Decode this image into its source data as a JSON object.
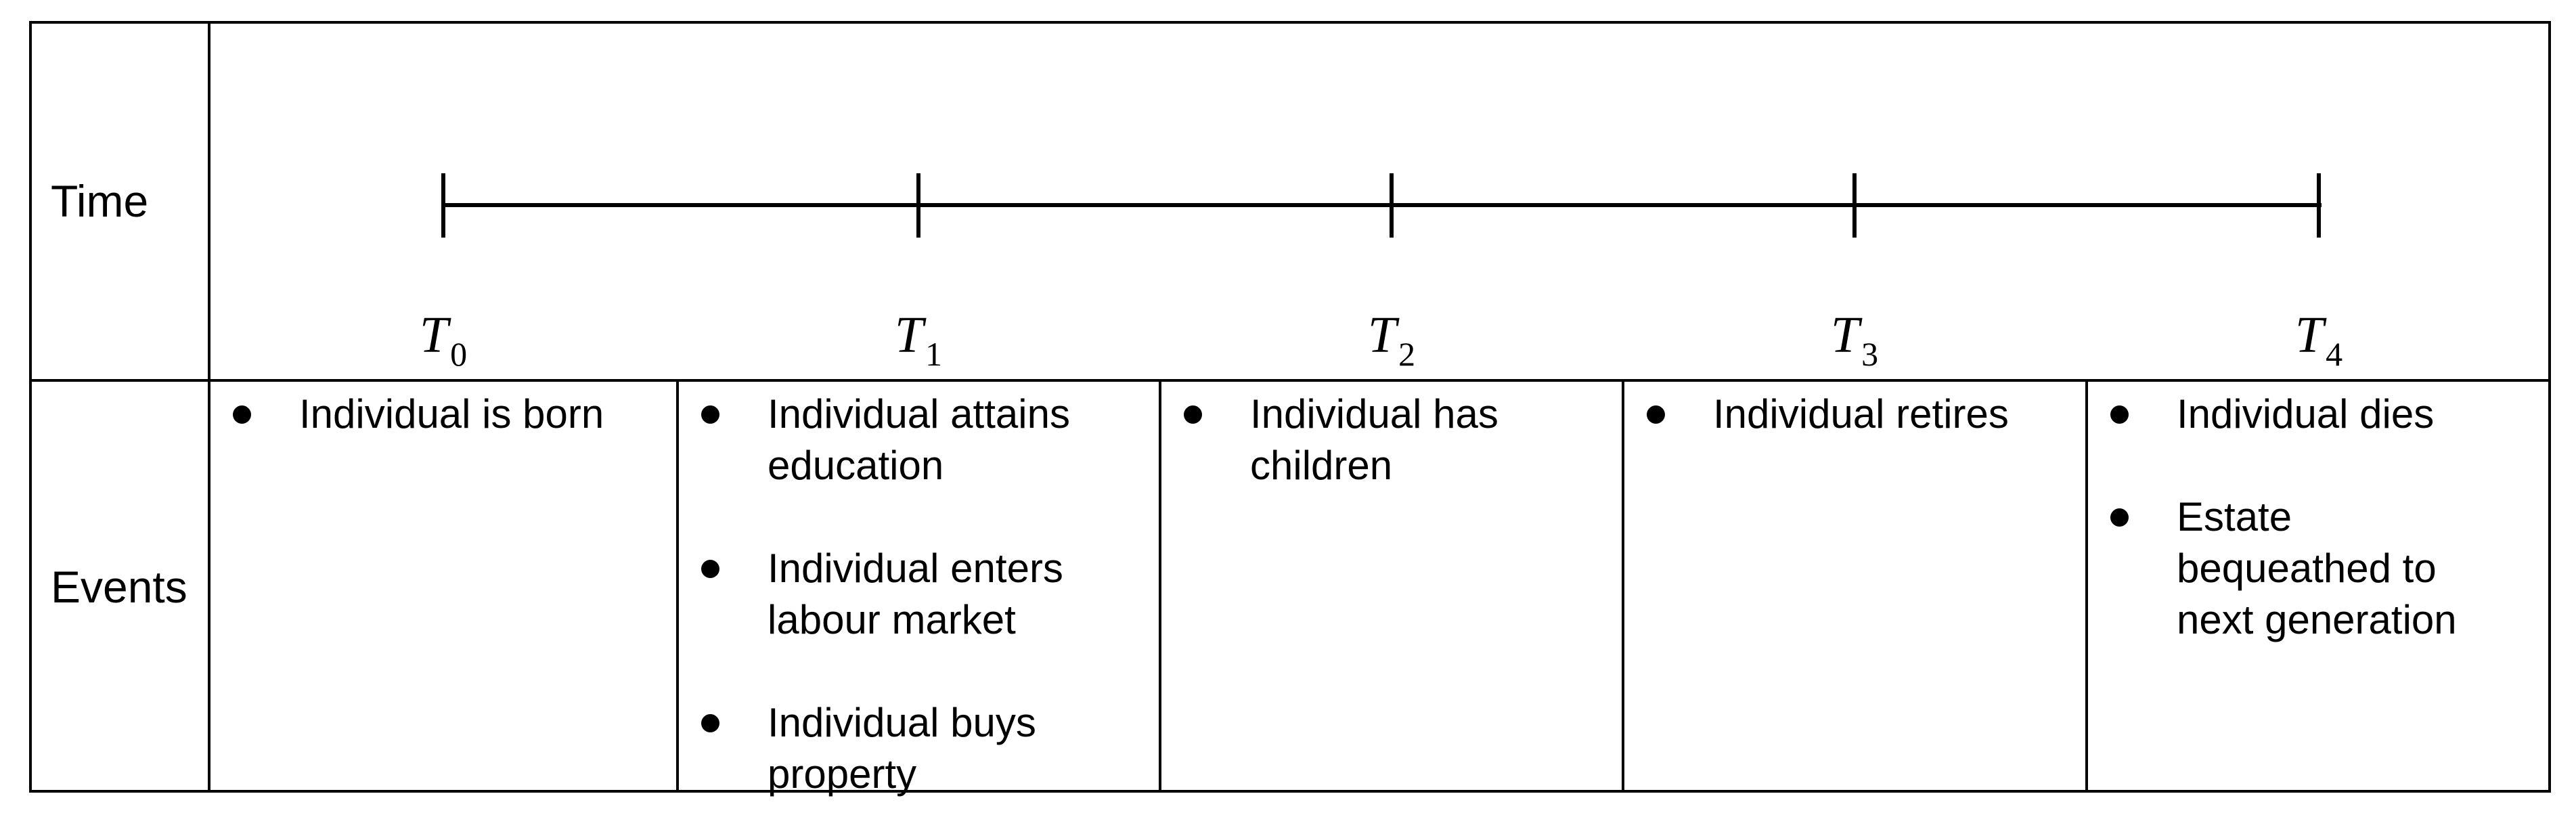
{
  "page": {
    "background_color": "#ffffff",
    "text_color": "#000000",
    "border_color": "#000000"
  },
  "table": {
    "row_headers": {
      "time": "Time",
      "events": "Events"
    },
    "timeline": {
      "ticks": [
        {
          "base": "T",
          "sub": "0"
        },
        {
          "base": "T",
          "sub": "1"
        },
        {
          "base": "T",
          "sub": "2"
        },
        {
          "base": "T",
          "sub": "3"
        },
        {
          "base": "T",
          "sub": "4"
        }
      ]
    },
    "events_columns": [
      {
        "items": [
          "Individual is born"
        ]
      },
      {
        "items": [
          "Individual attains\neducation",
          "Individual enters\nlabour market",
          "Individual buys\nproperty"
        ]
      },
      {
        "items": [
          "Individual has\nchildren"
        ]
      },
      {
        "items": [
          "Individual retires"
        ]
      },
      {
        "items": [
          "Individual dies",
          "Estate\nbequeathed to\nnext generation"
        ]
      }
    ]
  }
}
